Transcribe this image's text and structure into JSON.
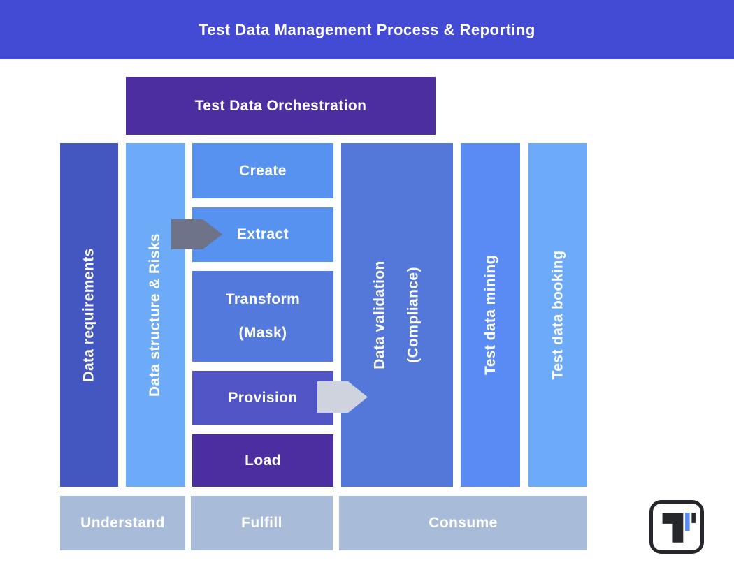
{
  "header": {
    "title": "Test Data Management Process & Reporting",
    "bg_color": "#434ad3"
  },
  "orchestration": {
    "label": "Test Data Orchestration",
    "bg_color": "#4c2ea0"
  },
  "columns": {
    "data_requirements": {
      "label": "Data requirements",
      "bg_color": "#4457c0"
    },
    "data_structure_risks": {
      "label": "Data structure & Risks",
      "bg_color": "#6daaf8"
    },
    "data_validation": {
      "label_line1": "Data validation",
      "label_line2": "(Compliance)",
      "bg_color": "#5478da"
    },
    "test_data_mining": {
      "label": "Test data mining",
      "bg_color": "#5a8af3"
    },
    "test_data_booking": {
      "label": "Test data booking",
      "bg_color": "#6daaf8"
    }
  },
  "process_steps": {
    "create": {
      "label": "Create",
      "bg_color": "#5792f0"
    },
    "extract": {
      "label": "Extract",
      "bg_color": "#5792f0"
    },
    "transform": {
      "label_line1": "Transform",
      "label_line2": "(Mask)",
      "bg_color": "#5479dc"
    },
    "provision": {
      "label": "Provision",
      "bg_color": "#5054c4"
    },
    "load": {
      "label": "Load",
      "bg_color": "#4c2ea0"
    }
  },
  "phases": {
    "understand": {
      "label": "Understand"
    },
    "fulfill": {
      "label": "Fulfill"
    },
    "consume": {
      "label": "Consume"
    },
    "bg_color": "#a8bcd9"
  },
  "arrows": {
    "dark_arrow_color": "#6f7389",
    "light_arrow_color": "#cfd3de"
  },
  "logo": {
    "name": "T logo mark",
    "border_color": "#26272b",
    "glyph_dark_color": "#26272b",
    "glyph_accent_color": "#5b8cf5"
  },
  "text_color": "#ffffff"
}
